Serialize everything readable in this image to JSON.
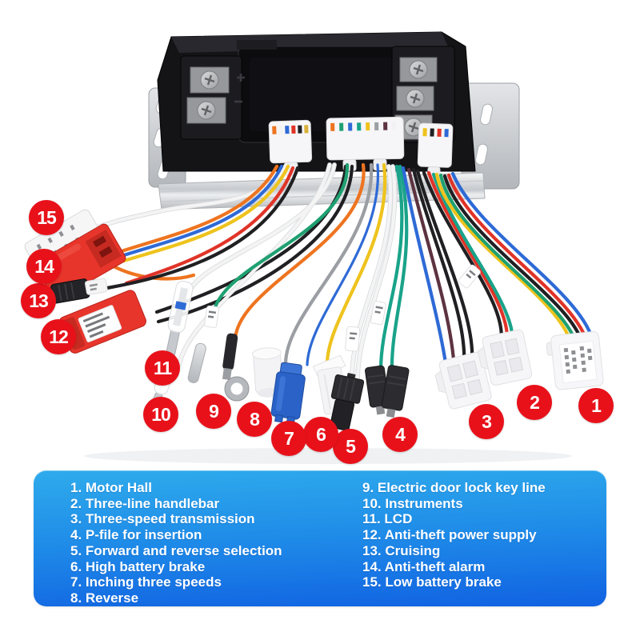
{
  "badges": {
    "b1": "1",
    "b2": "2",
    "b3": "3",
    "b4": "4",
    "b5": "5",
    "b6": "6",
    "b7": "7",
    "b8": "8",
    "b9": "9",
    "b10": "10",
    "b11": "11",
    "b12": "12",
    "b13": "13",
    "b14": "14",
    "b15": "15"
  },
  "legend": {
    "left": [
      "1. Motor Hall",
      "2. Three-line handlebar",
      "3. Three-speed transmission",
      "4. P-file for insertion",
      "5. Forward and reverse selection",
      "6. High battery brake",
      "7. Inching three speeds",
      "8. Reverse"
    ],
    "right": [
      "9. Electric door lock key line",
      "10. Instruments",
      "11. LCD",
      "12. Anti-theft power supply",
      "13. Cruising",
      "14. Anti-theft alarm",
      "15. Low battery brake"
    ]
  },
  "colors": {
    "badge_red": "#e8111a",
    "legend_gradient_top": "#2fabec",
    "legend_gradient_bottom": "#1162e2",
    "wire_orange": "#ee7420",
    "wire_yellow": "#eec31d",
    "wire_blue": "#2e6ad6",
    "wire_red": "#e03428",
    "wire_black": "#202023",
    "wire_green": "#1fa071",
    "wire_teal": "#19a38a",
    "wire_gray": "#9b9ea3",
    "wire_maroon": "#5d3340",
    "wire_white": "#f4f4f4",
    "connector_red": "#e8352b",
    "connector_blue": "#2a62c8"
  }
}
